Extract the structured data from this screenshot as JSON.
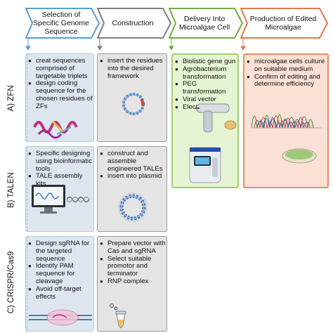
{
  "headers": [
    {
      "label": "Selection of Specific Genome Sequence",
      "color": "#5b9bd5"
    },
    {
      "label": "Construction",
      "color": "#7f7f7f"
    },
    {
      "label": "Delivery Into Microalgae Cell",
      "color": "#70ad47"
    },
    {
      "label": "Production of Edited Microalgae",
      "color": "#e0784f"
    }
  ],
  "rows": {
    "zfn": "A) ZFN",
    "talen": "B) TALEN",
    "crispr": "C) CRISPR/Cas9"
  },
  "zfn": {
    "selection": [
      "creat sequences comprised of targetable triplets",
      "design coding sequence for the chosen residues of ZFs"
    ],
    "construction": [
      "insert the residues into the desired framework"
    ],
    "delivery": [
      "Biolistic gene gun",
      "Agrobacterium transformation",
      "PEG transformation",
      "Viral vector",
      "Electroporation"
    ],
    "production": [
      "microalgae cells culture on suitable medium",
      "Confirm of editing and determine efficiency"
    ]
  },
  "talen": {
    "selection": [
      "Specific designing using bioinformatic tools",
      "TALE assembly kits"
    ],
    "construction": [
      "construct and assemble engineered TALEs",
      "insert into plasmid"
    ]
  },
  "crispr": {
    "selection": [
      "Design sgRNA for the targeted sequence",
      "Identify PAM sequence for cleavage",
      "Avoid off-target effects"
    ],
    "construction": [
      "Prepare vector with Cas and sgRNA",
      "Select suitable promotor and terminator",
      "RNP complex"
    ]
  },
  "icons": [
    "zinc-finger-protein-icon",
    "plasmid-ring-icon",
    "gene-gun-icon",
    "electroporator-icon",
    "petri-dish-icon",
    "chromatogram-icon",
    "computer-monitor-icon",
    "dna-helix-icon",
    "cas9-dna-icon",
    "eppendorf-tube-icon"
  ]
}
